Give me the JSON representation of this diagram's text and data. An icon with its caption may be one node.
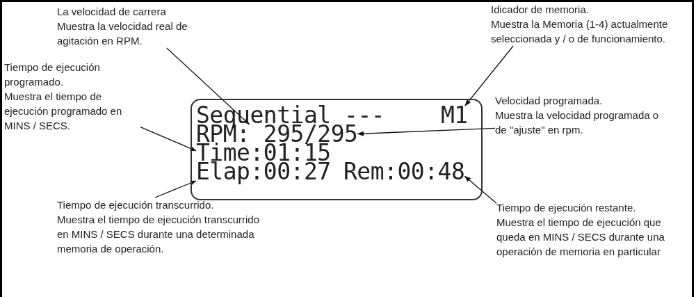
{
  "diagram": {
    "nodes": [
      {
        "text": [],
        "shape": "box"
      },
      {
        "text": [
          "Sequential ---"
        ],
        "in": 0
      },
      {
        "text": [
          "M1"
        ],
        "in": 0
      },
      {
        "text": [
          "RPM: 295/295"
        ],
        "in": 0
      },
      {
        "text": [
          "Time:01:15"
        ],
        "in": 0
      },
      {
        "text": [
          "Elap:00:27"
        ],
        "in": 0
      },
      {
        "text": [
          "Rem:00:48"
        ],
        "in": 0
      },
      {
        "text": [
          "La velocidad de carrera",
          "Muestra la velocidad real de agitación en RPM."
        ]
      },
      {
        "text": [
          "Tiempo de ejecución programado.",
          "Muestra el tiempo de ejecución programado en MINS / SECS."
        ]
      },
      {
        "text": [
          "Idicador de memoria.",
          "Muestra la Memoria (1-4) actualmente seleccionada y / o de funcionamiento."
        ]
      },
      {
        "text": [
          "Velocidad programada.",
          "Muestra la velocidad programada o de \"ajuste\" en rpm."
        ]
      },
      {
        "text": [
          "Tiempo de ejecución transcurrido.",
          "Muestra el tiempo de ejecución transcurrido en MINS / SECS durante una determinada memoria de operación."
        ]
      },
      {
        "text": [
          "Tiempo de ejecución restante.",
          "Muestra el tiempo de ejecución que queda en MINS / SECS durante una operación de memoria en particular"
        ]
      }
    ],
    "edges": [
      {
        "from": 7,
        "to": 3,
        "arrow": "to"
      },
      {
        "from": 8,
        "to": 4,
        "arrow": "to"
      },
      {
        "from": 9,
        "to": 2,
        "arrow": "to"
      },
      {
        "from": 10,
        "to": 3,
        "arrow": "to"
      },
      {
        "from": 11,
        "to": 5,
        "arrow": "to"
      },
      {
        "from": 12,
        "to": 6,
        "arrow": "to"
      }
    ]
  }
}
